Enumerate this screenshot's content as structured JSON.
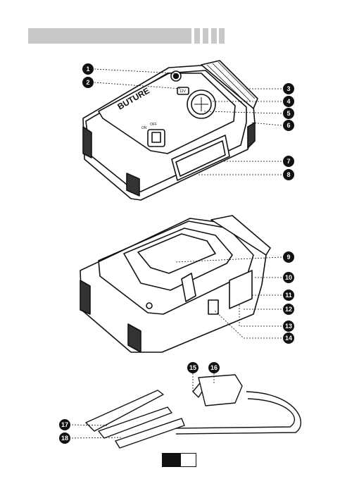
{
  "device": {
    "brand_text": "BUTURE",
    "switch_labels": [
      "ON",
      "OFF"
    ],
    "button_label": "12V"
  },
  "callouts": [
    "1",
    "2",
    "3",
    "4",
    "5",
    "6",
    "7",
    "8",
    "9",
    "10",
    "11",
    "12",
    "13",
    "14",
    "15",
    "16",
    "17",
    "18"
  ]
}
